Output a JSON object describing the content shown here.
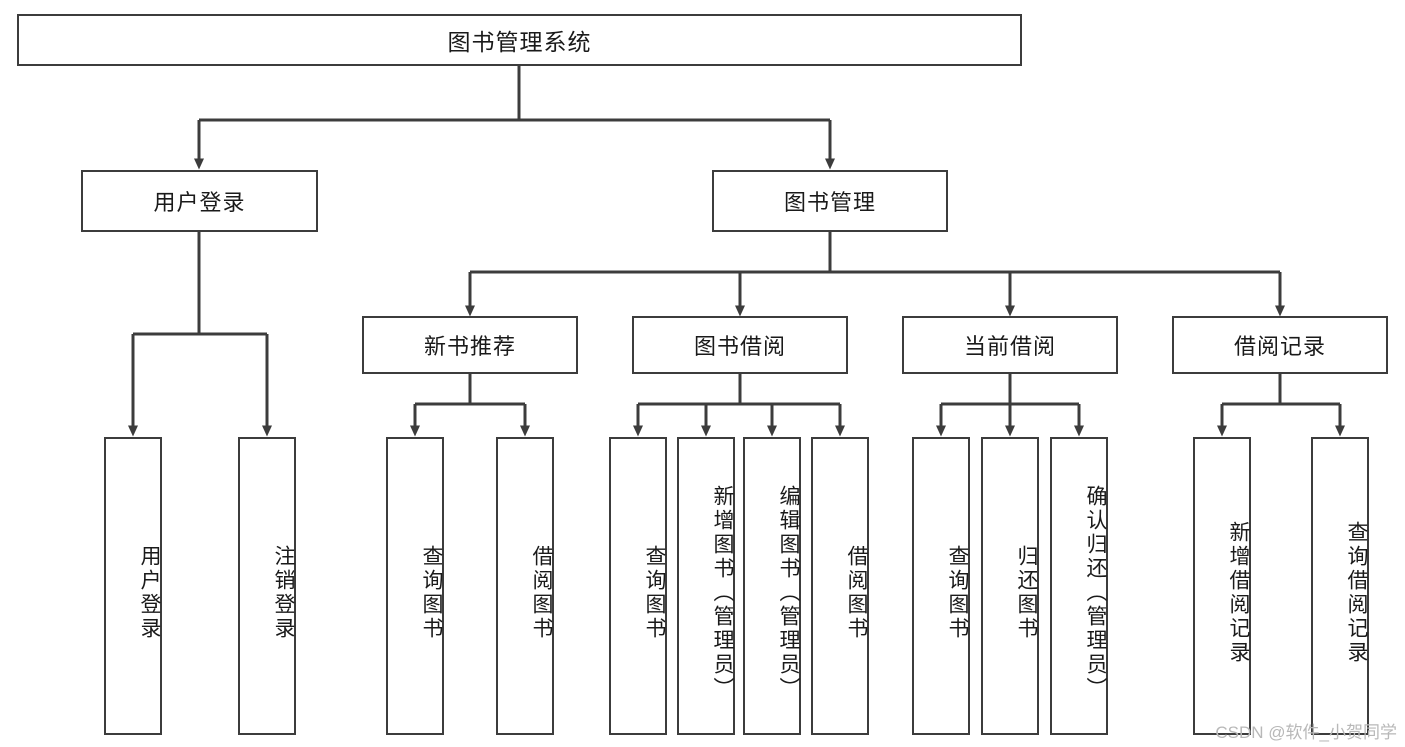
{
  "diagram": {
    "title": "图书管理系统",
    "type": "tree-hierarchy",
    "watermark": "CSDN @软件_小贺同学",
    "theme": {
      "background": "#ffffff",
      "box_border": "#3c3c3c",
      "box_fill": "#ffffff",
      "edge_color": "#3c3c3c",
      "text_color": "#1a1a1a",
      "watermark_color": "#b8b8b8"
    },
    "root": {
      "label": "图书管理系统"
    },
    "level2": [
      {
        "label": "用户登录"
      },
      {
        "label": "图书管理"
      }
    ],
    "level3": [
      {
        "label": "新书推荐"
      },
      {
        "label": "图书借阅"
      },
      {
        "label": "当前借阅"
      },
      {
        "label": "借阅记录"
      }
    ],
    "leaves": {
      "user_login": [
        {
          "label": "用户登录"
        },
        {
          "label": "注销登录"
        }
      ],
      "new_book": [
        {
          "label": "查询图书"
        },
        {
          "label": "借阅图书"
        }
      ],
      "borrow_book": [
        {
          "label": "查询图书"
        },
        {
          "label": "新增图书（管理员）"
        },
        {
          "label": "编辑图书（管理员）"
        },
        {
          "label": "借阅图书"
        }
      ],
      "current_borrow": [
        {
          "label": "查询图书"
        },
        {
          "label": "归还图书"
        },
        {
          "label": "确认归还（管理员）"
        }
      ],
      "borrow_record": [
        {
          "label": "新增借阅记录"
        },
        {
          "label": "查询借阅记录"
        }
      ]
    }
  }
}
